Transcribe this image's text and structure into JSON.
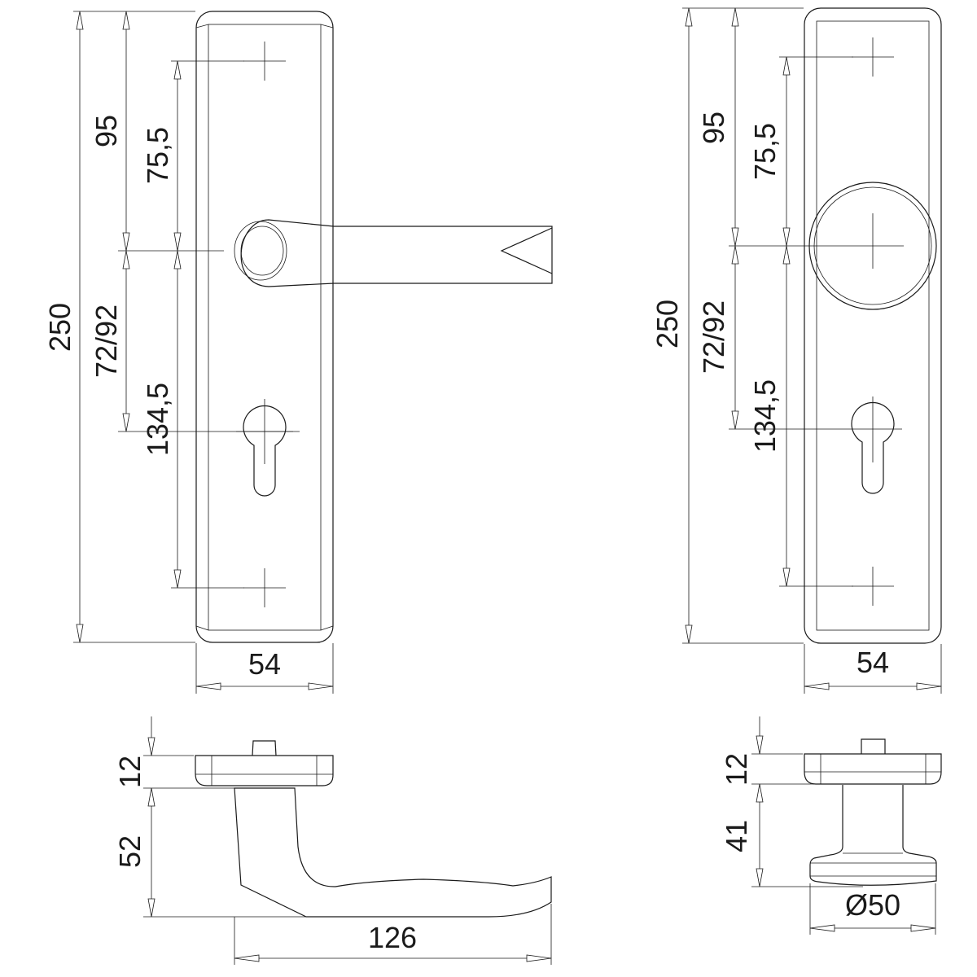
{
  "drawing": {
    "title": "Door handle and knob escutcheon plate dimension drawing",
    "lever_front": {
      "dims": {
        "total_height": "250",
        "top_to_handle": "95",
        "screw_to_handle": "75,5",
        "handle_to_cylinder": "72/92",
        "handle_to_screw": "134,5",
        "width": "54"
      }
    },
    "knob_front": {
      "dims": {
        "total_height": "250",
        "top_to_handle": "95",
        "screw_to_handle": "75,5",
        "handle_to_cylinder": "72/92",
        "handle_to_screw": "134,5",
        "width": "54"
      }
    },
    "lever_side": {
      "dims": {
        "plate_thickness": "12",
        "projection": "52",
        "lever_length": "126"
      }
    },
    "knob_side": {
      "dims": {
        "plate_thickness": "12",
        "projection": "41",
        "diameter": "Ø50"
      }
    }
  }
}
